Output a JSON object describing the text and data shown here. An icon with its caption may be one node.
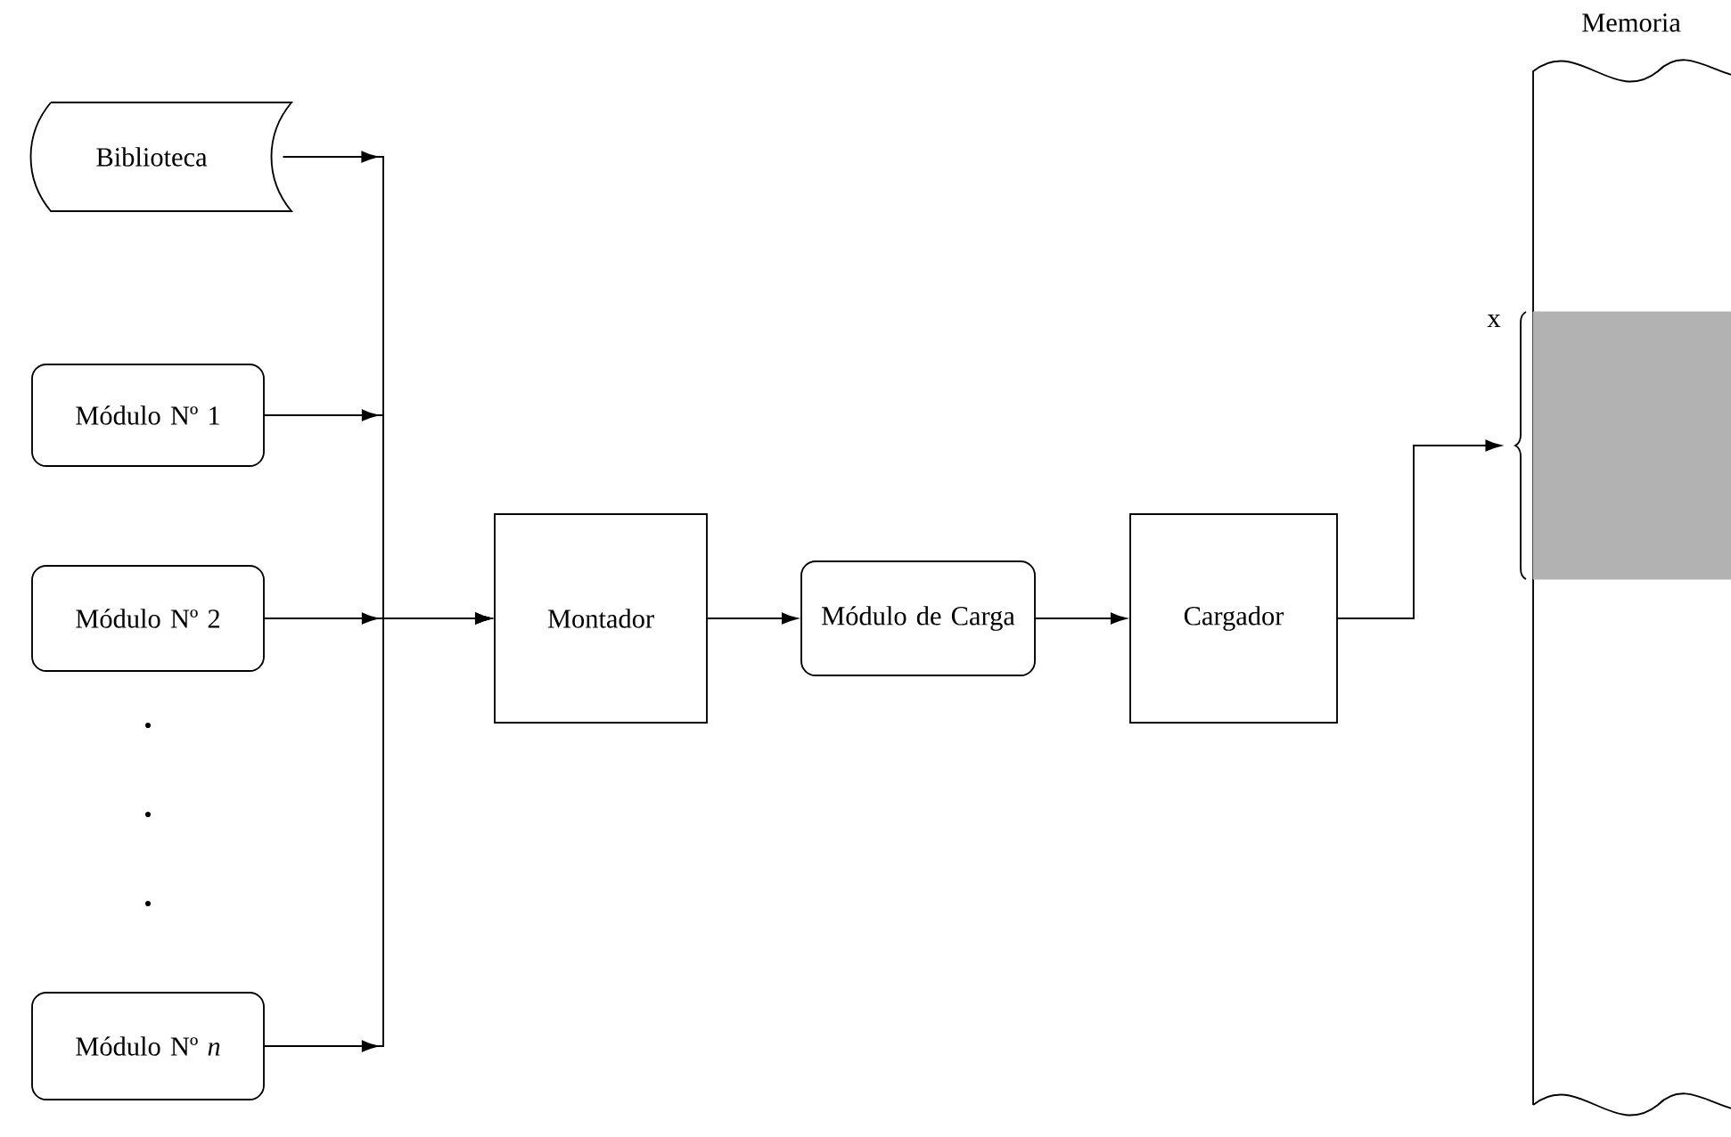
{
  "diagram": {
    "nodes": [
      {
        "text": [
          "Biblioteca"
        ]
      },
      {
        "text": [
          "Módulo Nº 1"
        ]
      },
      {
        "text": [
          "Módulo Nº 2"
        ]
      },
      {
        "text": [
          "Módulo Nº *n*"
        ]
      },
      {
        "text": [
          "Montador"
        ]
      },
      {
        "text": [
          "Módulo de Carga"
        ]
      },
      {
        "text": [
          "Cargador"
        ]
      },
      {
        "text": [
          "Memoria"
        ]
      },
      {
        "text": [],
        "shape": "box",
        "in": 7,
        "beside": [
          "x"
        ]
      }
    ],
    "edges": [
      {
        "from": 0,
        "to": 4,
        "arrow": "to"
      },
      {
        "from": 1,
        "to": 4,
        "arrow": "to"
      },
      {
        "from": 2,
        "to": 4,
        "arrow": "to"
      },
      {
        "from": 3,
        "to": 4,
        "arrow": "to"
      },
      {
        "from": 4,
        "to": 5,
        "arrow": "to"
      },
      {
        "from": 5,
        "to": 6,
        "arrow": "to"
      },
      {
        "from": 6,
        "to": 8,
        "arrow": "to"
      }
    ],
    "labels": [
      ".",
      ".",
      "."
    ]
  }
}
